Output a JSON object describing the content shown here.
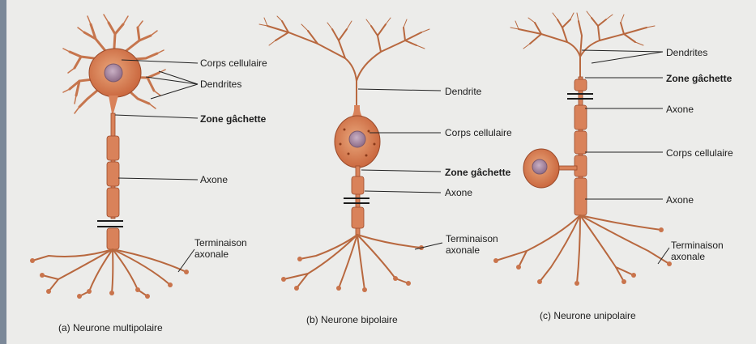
{
  "colors": {
    "background": "#ececea",
    "neuron_fill": "#d9825a",
    "neuron_stroke": "#9a4a2a",
    "nucleus": "#a887a0",
    "leader_line": "#222222"
  },
  "multipolar": {
    "caption": "(a) Neurone multipolaire",
    "labels": {
      "cell_body": "Corps cellulaire",
      "dendrites": "Dendrites",
      "trigger_zone": "Zone gâchette",
      "axon": "Axone",
      "terminal_line1": "Terminaison",
      "terminal_line2": "axonale"
    }
  },
  "bipolar": {
    "caption": "(b) Neurone bipolaire",
    "labels": {
      "dendrite": "Dendrite",
      "cell_body": "Corps cellulaire",
      "trigger_zone": "Zone gâchette",
      "axon": "Axone",
      "terminal_line1": "Terminaison",
      "terminal_line2": "axonale"
    }
  },
  "unipolar": {
    "caption": "(c) Neurone unipolaire",
    "labels": {
      "dendrites": "Dendrites",
      "trigger_zone": "Zone gâchette",
      "axon_upper": "Axone",
      "cell_body": "Corps cellulaire",
      "axon_lower": "Axone",
      "terminal_line1": "Terminaison",
      "terminal_line2": "axonale"
    }
  }
}
